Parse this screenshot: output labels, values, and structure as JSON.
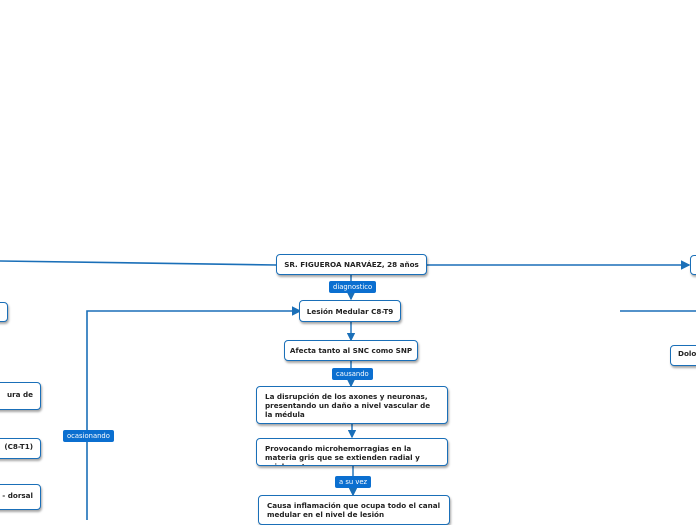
{
  "colors": {
    "line": "#1a6fb8",
    "label_bg": "#0b6fd0",
    "node_border": "#1a6fb8"
  },
  "root": "SR. FIGUEROA NARVÁEZ, 28 años",
  "links": {
    "diagnostico": "diagnostico",
    "causando": "causando",
    "a_su_vez": "a su vez",
    "ocasionando": "ocasionando"
  },
  "nodes": {
    "lesion": "Lesión Medular C8-T9",
    "afecta": "Afecta tanto al SNC como SNP",
    "disrupcion": "La disrupción de los axones y neuronas, presentando un daño a nivel vascular de la médula",
    "provocando": "Provocando microhemorragias en la materia gris que se extienden radial y axialmente",
    "inflamacion": "Causa inflamación que ocupa todo el canal medular en el nivel de lesión"
  },
  "left_partial": {
    "n1": "ura de",
    "n2": "(C8-T1)",
    "n3": "- dorsal"
  },
  "right_partial": {
    "n1": "Dolo"
  }
}
